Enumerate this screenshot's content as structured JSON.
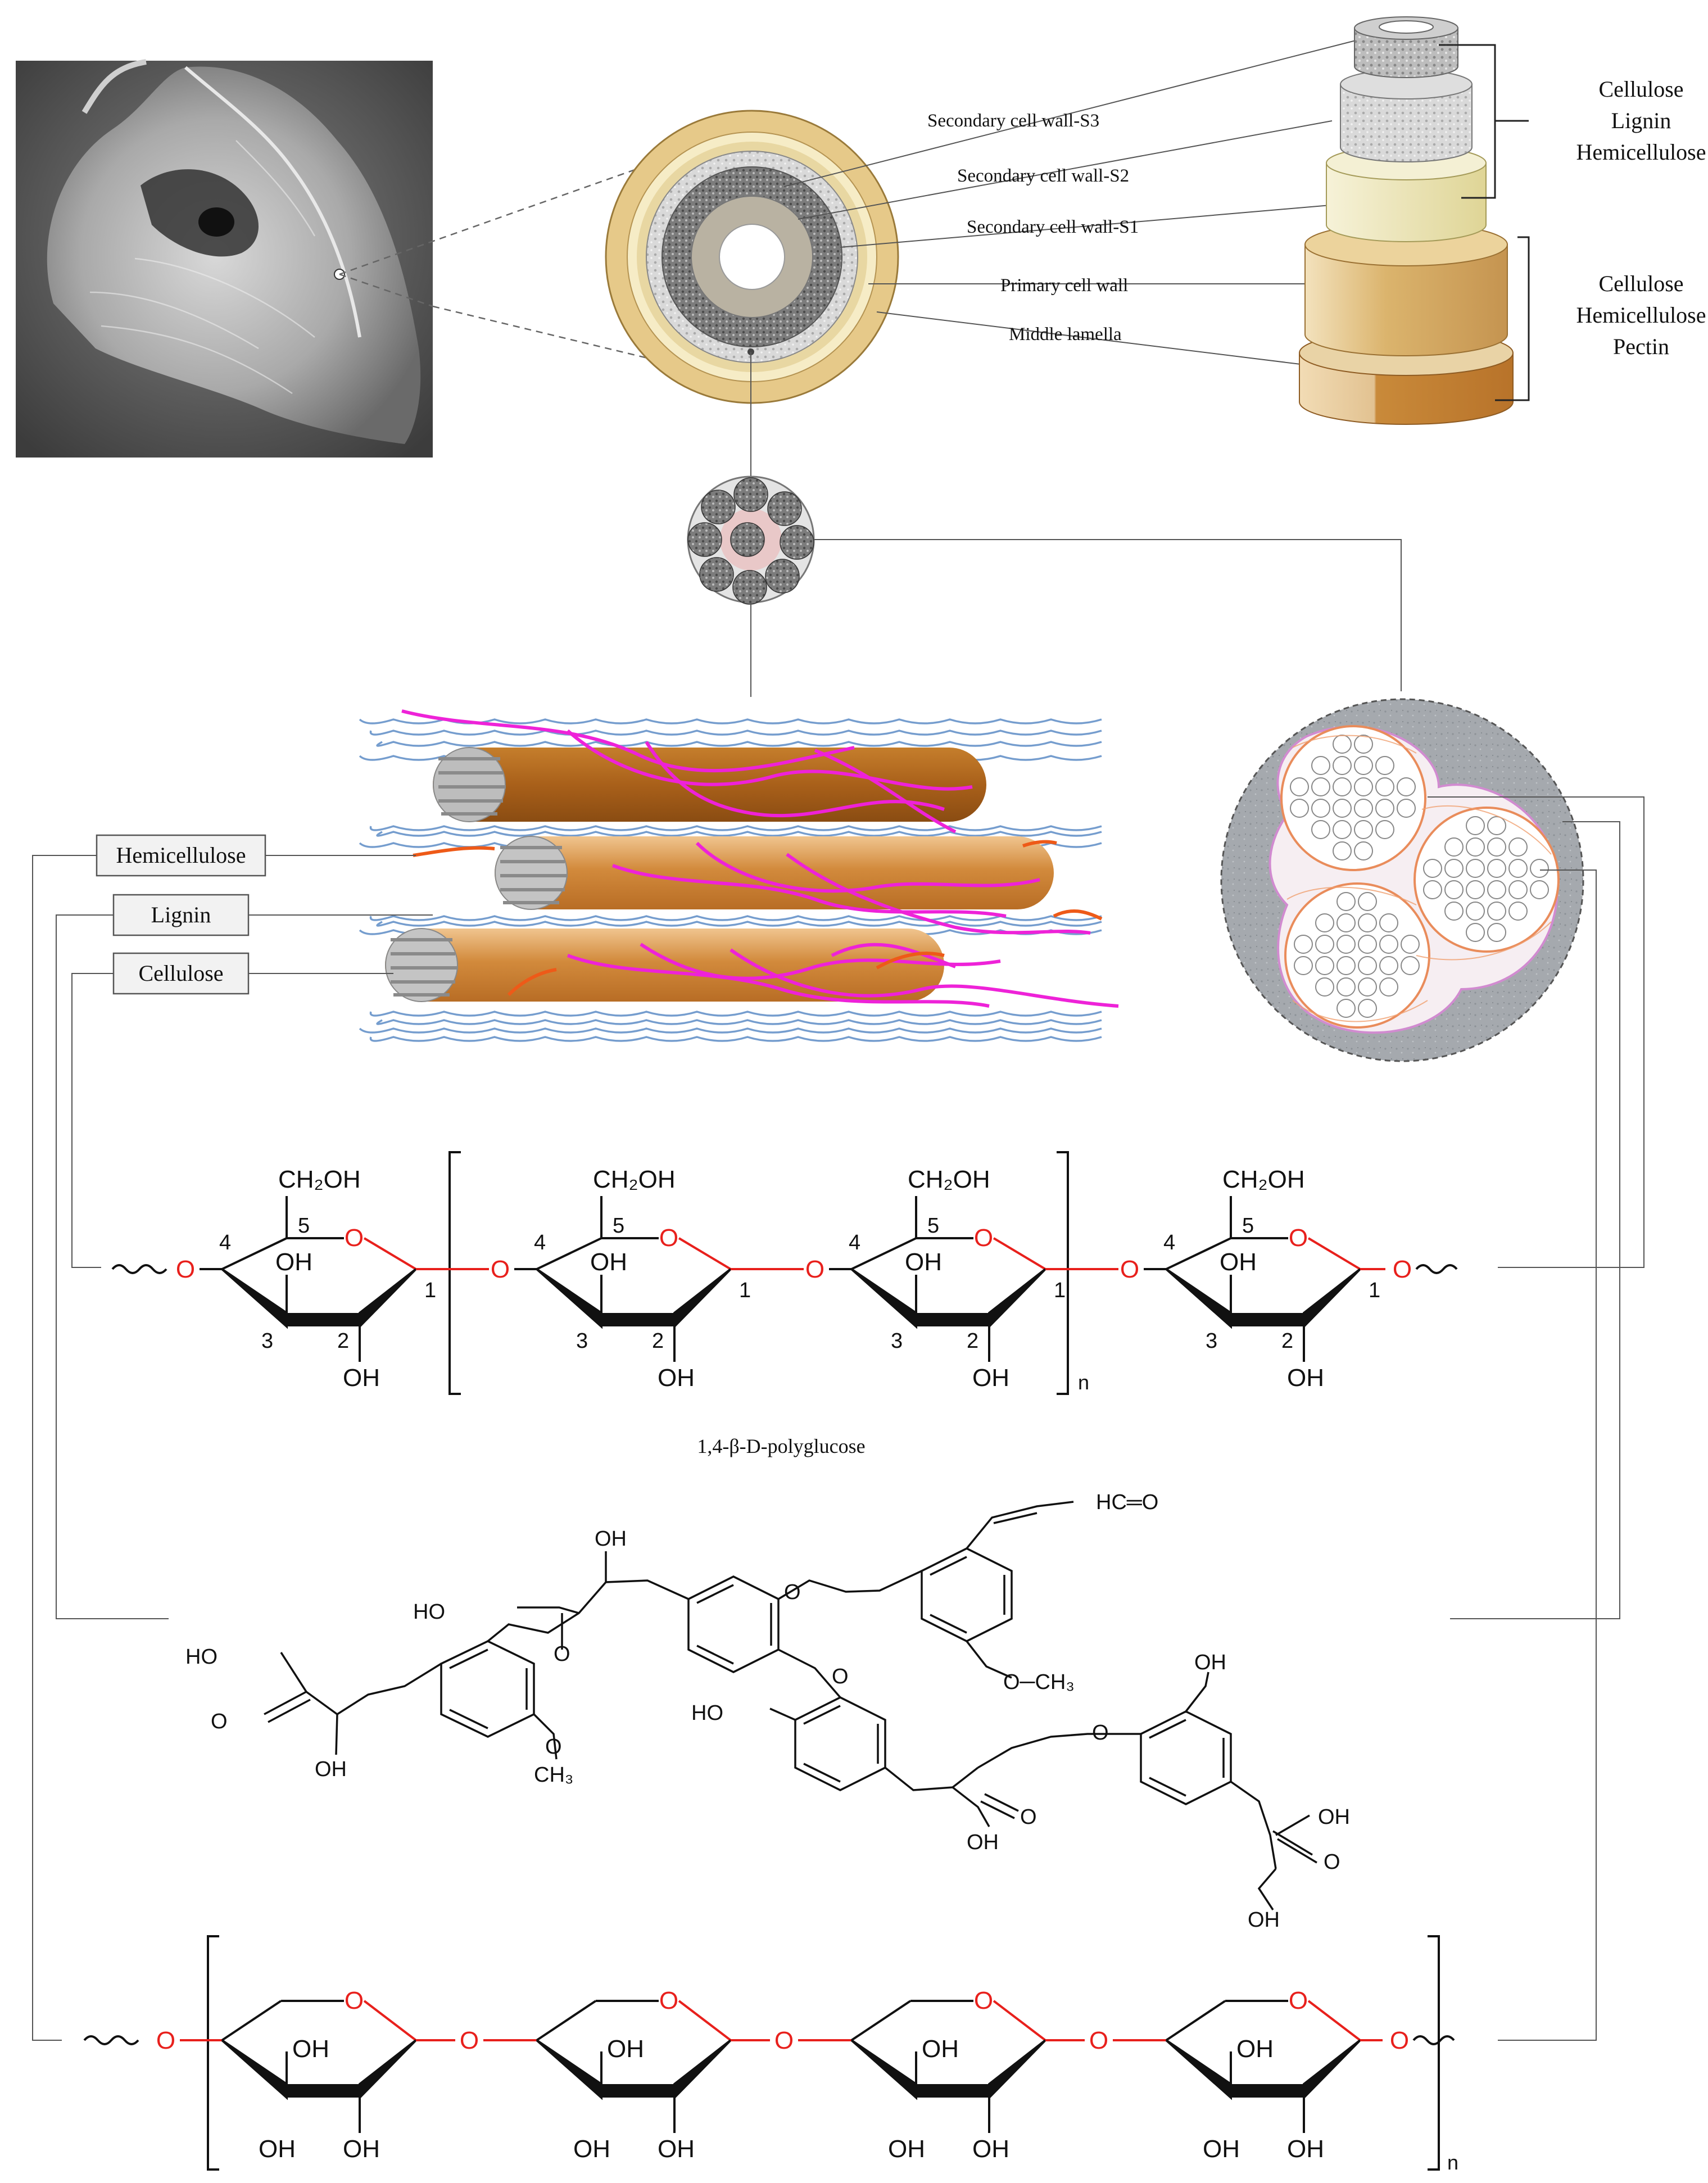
{
  "wall_layers": {
    "s3": "Secondary cell wall-S3",
    "s2": "Secondary cell wall-S2",
    "s1": "Secondary cell wall-S1",
    "primary": "Primary cell wall",
    "middle": "Middle lamella"
  },
  "composition": {
    "secondary": [
      "Cellulose",
      "Lignin",
      "Hemicellulose"
    ],
    "primary": [
      "Cellulose",
      "Hemicellulose",
      "Pectin"
    ]
  },
  "component_labels": {
    "hemicellulose": "Hemicellulose",
    "lignin": "Lignin",
    "cellulose": "Cellulose"
  },
  "cellulose": {
    "name": "1,4-β-D-polyglucose",
    "groups": {
      "ch2oh": "CH₂OH",
      "oh": "OH",
      "o": "O",
      "n": "n"
    },
    "carbons": [
      "1",
      "2",
      "3",
      "4",
      "5"
    ]
  },
  "lignin": {
    "groups": {
      "hc_o": "HC═O",
      "ho": "HO",
      "oh": "OH",
      "och3": "O─CH₃",
      "ch3": "CH₃",
      "o": "O"
    }
  },
  "hemicellulose_chain": {
    "groups": {
      "o": "O",
      "oh": "OH",
      "n": "n"
    }
  },
  "colors": {
    "red_bond": "#e8201c",
    "magenta_lignin": "#ee22d8",
    "blue_hemicellulose": "#6e98cc",
    "brown_fiber": "#b66a1e",
    "leader_line": "#555555"
  }
}
